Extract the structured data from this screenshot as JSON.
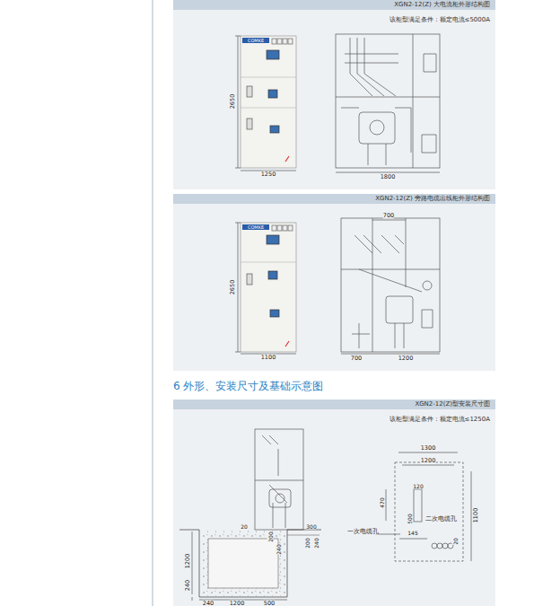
{
  "diagram": {
    "title": "6 外形、安装尺寸及基础示意图",
    "nodes": [
      {
        "text": [
          "XGN2-12(Z) 大电流柜外形结构图",
          "该柜型满足条件：额定电流≤5000A"
        ]
      },
      {
        "text": [
          "XGN2-12(Z) 旁路电缆出线柜外形结构图"
        ]
      },
      {
        "text": [
          "XGN2-12(Z)型安装尺寸图",
          "该柜型满足条件：额定电流≤1250A"
        ]
      }
    ],
    "edges": [],
    "labels": [
      "COMKE",
      "2650",
      "1250",
      "1800",
      "COMKE",
      "2650",
      "1100",
      "700",
      "700",
      "1200",
      "20",
      "200",
      "240",
      "300",
      "200",
      "240",
      "1200",
      "240",
      "240",
      "1200",
      "500",
      "1300",
      "1200",
      "120",
      "470",
      "500",
      "1100",
      "145",
      "20",
      "二次电缆孔",
      "一次电缆孔"
    ]
  }
}
